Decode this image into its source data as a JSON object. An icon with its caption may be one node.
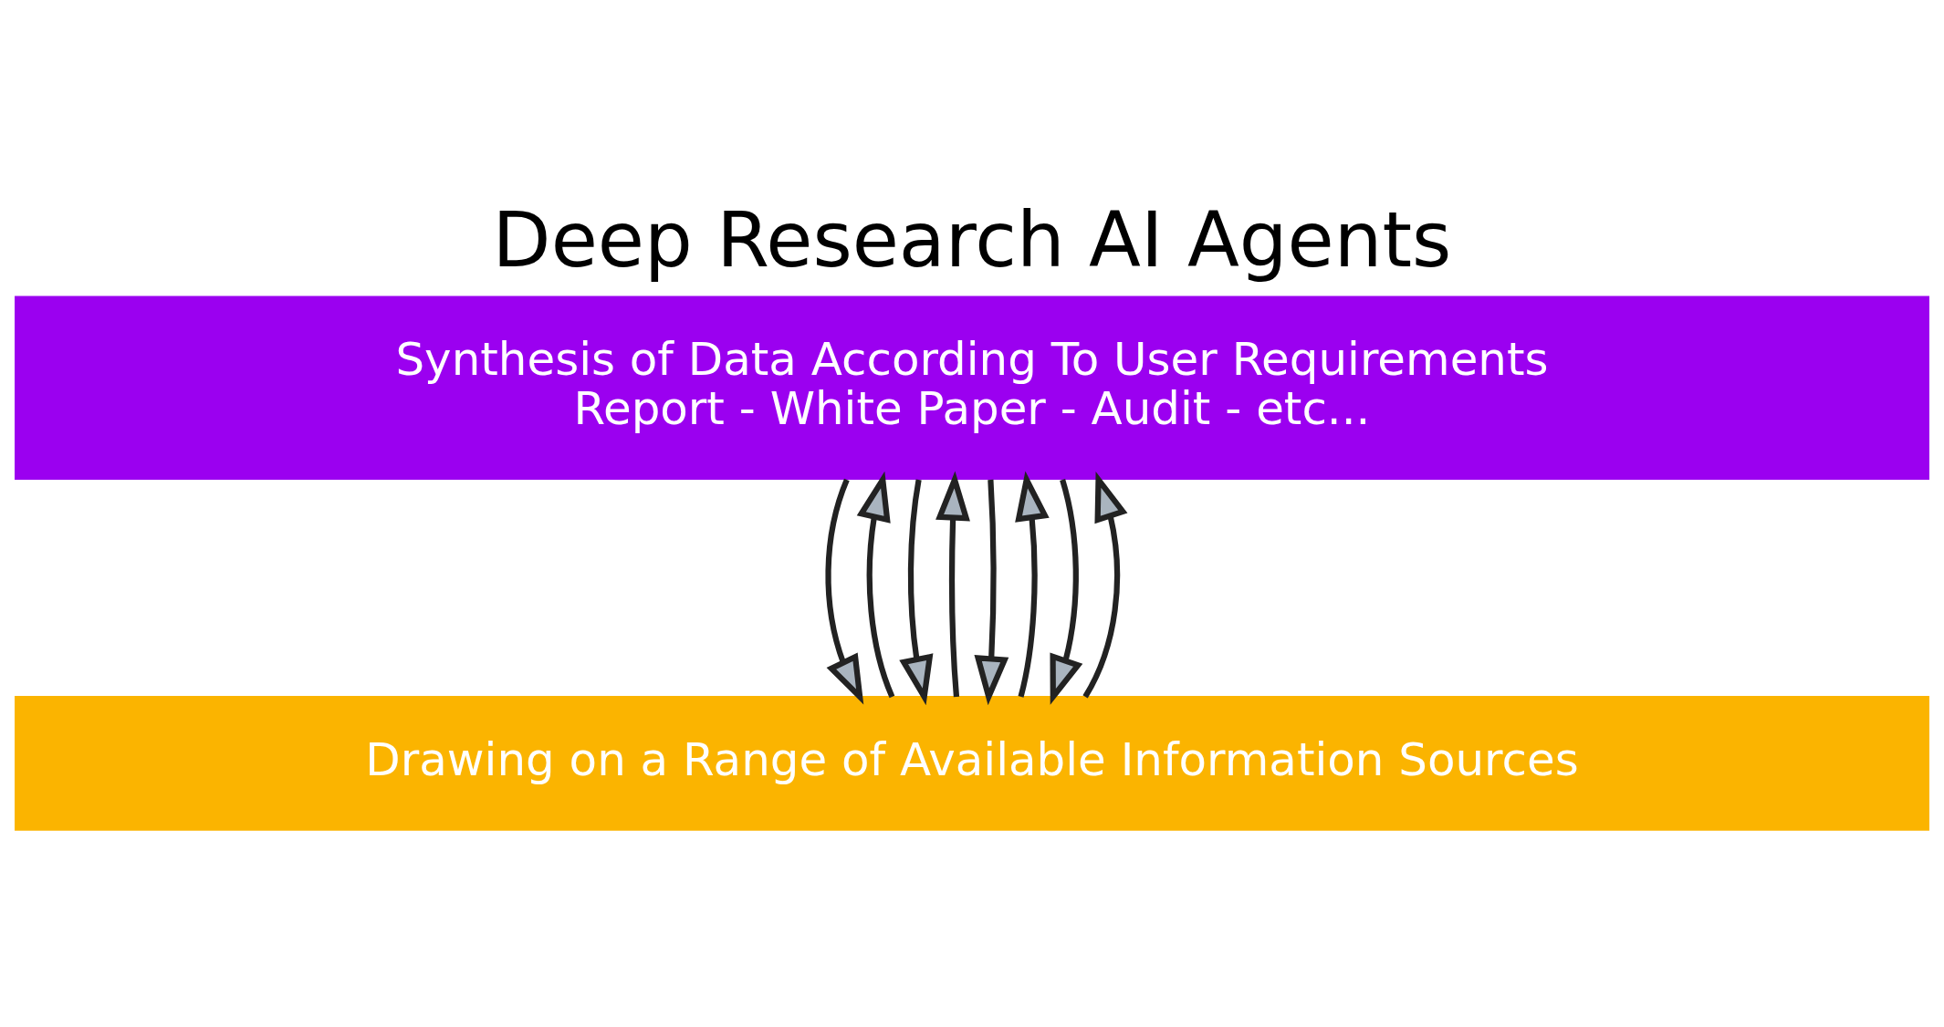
{
  "diagram": {
    "title": "Deep Research AI Agents",
    "nodes": [
      {
        "text": [
          "Synthesis of Data According To User Requirements",
          "Report - White Paper - Audit - etc..."
        ]
      },
      {
        "text": [
          "Drawing on a Range of Available Information Sources"
        ]
      }
    ],
    "edges": [
      {
        "from": 0,
        "to": 1,
        "arrow": "to"
      },
      {
        "from": 1,
        "to": 0,
        "arrow": "to"
      },
      {
        "from": 0,
        "to": 1,
        "arrow": "to"
      },
      {
        "from": 1,
        "to": 0,
        "arrow": "to"
      },
      {
        "from": 0,
        "to": 1,
        "arrow": "to"
      },
      {
        "from": 1,
        "to": 0,
        "arrow": "to"
      },
      {
        "from": 0,
        "to": 1,
        "arrow": "to"
      },
      {
        "from": 1,
        "to": 0,
        "arrow": "to"
      }
    ]
  }
}
